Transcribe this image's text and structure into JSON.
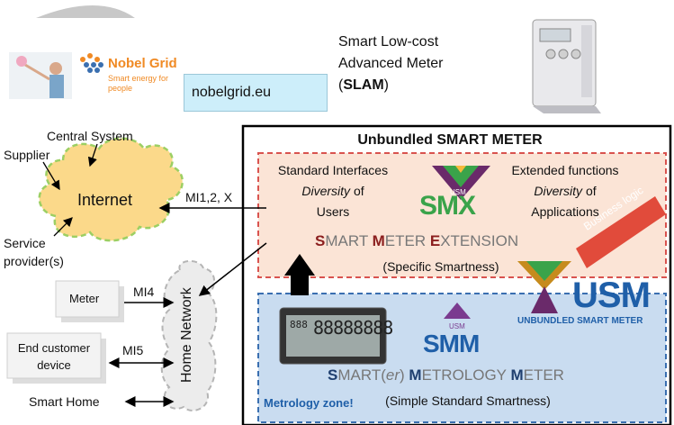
{
  "header": {
    "brand_name": "Nobel Grid",
    "brand_tagline": "Smart energy for people",
    "url_box": "nobelgrid.eu",
    "slam_line1": "Smart Low-cost",
    "slam_line2": "Advanced Meter",
    "slam_bold": "SLAM",
    "slam_paren_open": "(",
    "slam_paren_close": ")"
  },
  "left": {
    "central_system": "Central System",
    "supplier": "Supplier",
    "internet": "Internet",
    "service_provider_1": "Service",
    "service_provider_2": "provider(s)",
    "meter": "Meter",
    "mi4": "MI4",
    "end_customer_1": "End customer",
    "end_customer_2": "device",
    "mi5": "MI5",
    "smart_home": "Smart Home",
    "home_network": "Home Network",
    "mi123x": "MI1,2, X"
  },
  "unbundled": {
    "title": "Unbundled SMART METER",
    "std_interfaces": "Standard Interfaces",
    "diversity_word": "Diversity",
    "of_word": "of",
    "users": "Users",
    "extended_functions": "Extended functions",
    "applications": "Applications",
    "smx_small": "USM",
    "smx_logo": "SMX",
    "extension_title_s": "S",
    "extension_title_mart": "MART ",
    "extension_title_m": "M",
    "extension_title_eter": "ETER ",
    "extension_title_e": "E",
    "extension_title_xt": "XTENSION",
    "specific_smartness": "(Specific Smartness)",
    "business_logic": "Business logic",
    "usm_logo": "USM",
    "usm_caption": "UNBUNDLED SMART METER",
    "smm_small": "USM",
    "smm_logo": "SMM",
    "lcd_digits": "88888888",
    "lcd_small": "888",
    "metrology_s": "S",
    "metrology_mart": "MART(",
    "metrology_er": "er",
    "metrology_close": ")",
    "metrology_m1": "M",
    "metrology_etrology": "ETROLOGY ",
    "metrology_m2": "M",
    "metrology_eter": "ETER",
    "simple_smartness": "(Simple Standard Smartness)",
    "metrology_zone": "Metrology zone!"
  },
  "colors": {
    "internet_fill": "#fbd98a",
    "cloud_border": "#9ccf63",
    "smx_zone_fill": "#fbe4d6",
    "zone_dash": "#d9534f",
    "metrology_fill": "#c9dcf0",
    "metrology_border": "#3a6fb0",
    "usm_blue": "#1f5fa8",
    "url_box_fill": "#cdeefa",
    "business_logic_red": "#e14b3b"
  }
}
